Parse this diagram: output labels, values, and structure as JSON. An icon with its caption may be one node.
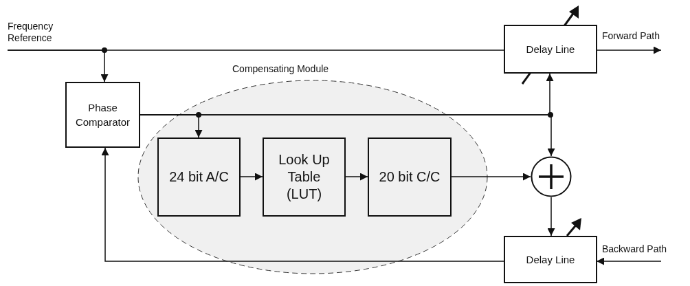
{
  "diagram": {
    "nodes": [
      {
        "text": [
          "Frequency Reference"
        ]
      },
      {
        "text": [
          "Delay Line"
        ]
      },
      {
        "text": [
          "Forward Path"
        ]
      },
      {
        "text": [
          "Compensating Module"
        ]
      },
      {
        "text": [
          "Phase Comparator"
        ]
      },
      {
        "text": [
          "24 bit A/C"
        ],
        "in": 3
      },
      {
        "text": [
          "Look Up Table (LUT)"
        ],
        "in": 3
      },
      {
        "text": [
          "20 bit C/C"
        ],
        "in": 3
      },
      {
        "text": [],
        "shape": "circle"
      },
      {
        "text": [
          "Delay Line"
        ]
      },
      {
        "text": [
          "Backward Path"
        ]
      }
    ],
    "edges": [
      {
        "from": 0,
        "to": 1,
        "arrow": "none"
      },
      {
        "from": 0,
        "to": 4,
        "arrow": "to"
      },
      {
        "from": 1,
        "to": 2,
        "arrow": "to"
      },
      {
        "from": 4,
        "to": 5,
        "arrow": "to"
      },
      {
        "from": 4,
        "to": 1,
        "arrow": "to"
      },
      {
        "from": 4,
        "to": 8,
        "arrow": "to"
      },
      {
        "from": 5,
        "to": 6,
        "arrow": "to"
      },
      {
        "from": 6,
        "to": 7,
        "arrow": "to"
      },
      {
        "from": 7,
        "to": 8,
        "arrow": "to"
      },
      {
        "from": 8,
        "to": 9,
        "arrow": "to"
      },
      {
        "from": 10,
        "to": 9,
        "arrow": "to"
      },
      {
        "from": 9,
        "to": 4,
        "arrow": "to"
      }
    ]
  }
}
